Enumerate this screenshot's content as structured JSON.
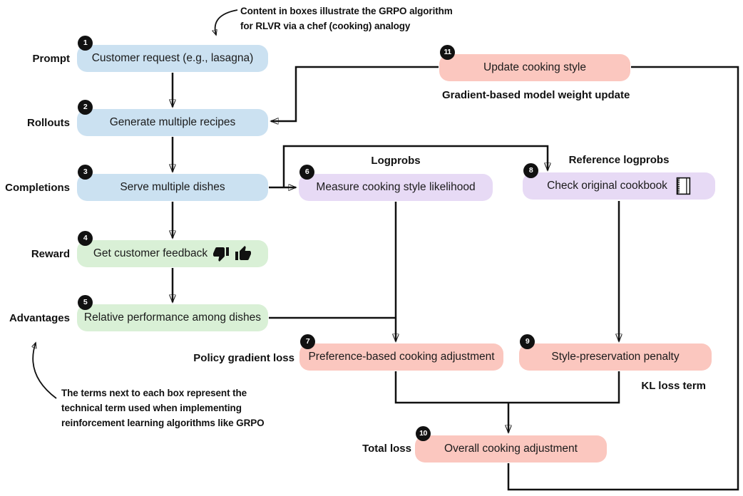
{
  "figure": {
    "title_implicit": "GRPO algorithm illustrated via a chef (cooking) analogy"
  },
  "notes": {
    "top": [
      "Content in boxes illustrate the GRPO algorithm",
      "for RLVR via a chef (cooking) analogy"
    ],
    "bottom": [
      "The terms next to each box represent the",
      "technical term used when implementing",
      "reinforcement learning algorithms like GRPO"
    ]
  },
  "stage_labels": [
    "Prompt",
    "Rollouts",
    "Completions",
    "Reward",
    "Advantages"
  ],
  "term_labels": {
    "gradient_update": "Gradient-based model weight update",
    "logprobs": "Logprobs",
    "reference_logprobs": "Reference logprobs",
    "policy_gradient_loss": "Policy gradient loss",
    "kl_loss": "KL loss term",
    "total_loss": "Total loss"
  },
  "boxes": [
    {
      "num": "1",
      "label": "Customer request (e.g., lasagna)",
      "color": "blue"
    },
    {
      "num": "2",
      "label": "Generate multiple recipes",
      "color": "blue"
    },
    {
      "num": "3",
      "label": "Serve multiple dishes",
      "color": "blue"
    },
    {
      "num": "4",
      "label": "Get customer feedback",
      "color": "green"
    },
    {
      "num": "5",
      "label": "Relative performance among dishes",
      "color": "green"
    },
    {
      "num": "6",
      "label": "Measure cooking style likelihood",
      "color": "purple"
    },
    {
      "num": "7",
      "label": "Preference-based cooking adjustment",
      "color": "pink"
    },
    {
      "num": "8",
      "label": "Check original cookbook",
      "color": "purple"
    },
    {
      "num": "9",
      "label": "Style-preservation penalty",
      "color": "pink"
    },
    {
      "num": "10",
      "label": "Overall cooking adjustment",
      "color": "pink"
    },
    {
      "num": "11",
      "label": "Update cooking style",
      "color": "pink"
    }
  ],
  "icons": {
    "thumbs_down": "thumbs-down-icon",
    "thumbs_up": "thumbs-up-icon",
    "notebook": "notebook-icon"
  },
  "colors": {
    "box_blue": "#cbe1f1",
    "box_green": "#d9f0d6",
    "box_purple": "#e7daf5",
    "box_pink": "#fbc7bf",
    "badge": "#111111",
    "line": "#111111",
    "text": "#1b1b1b",
    "background": "#ffffff"
  }
}
